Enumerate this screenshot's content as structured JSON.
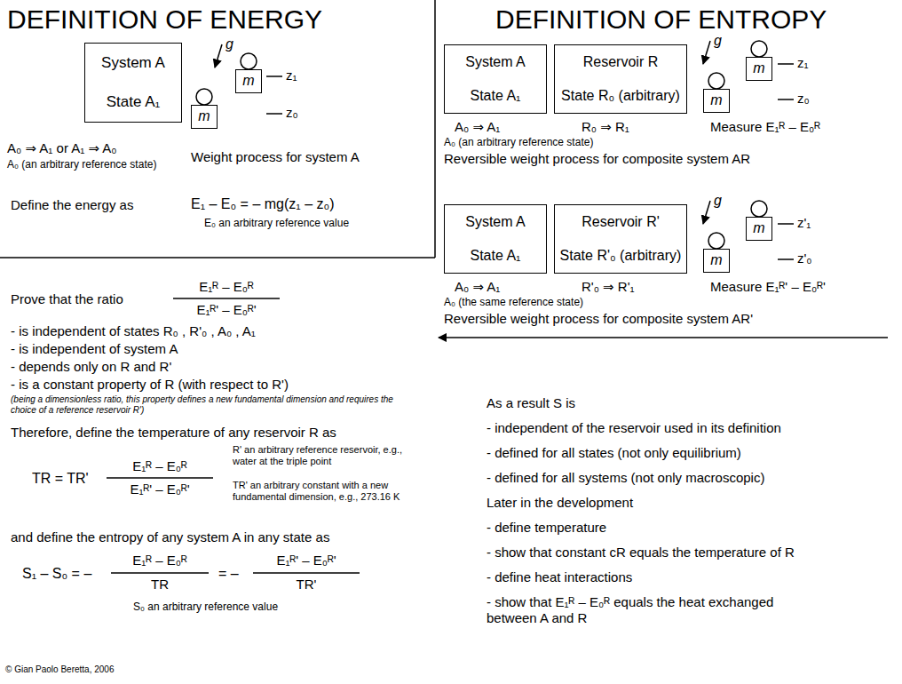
{
  "diagram": {
    "nodes": [
      {
        "text": [
          "System A",
          "State A₁"
        ]
      },
      {
        "text": [
          "m"
        ]
      },
      {
        "text": [
          "m"
        ]
      },
      {
        "text": [
          "System A",
          "State A₁"
        ]
      },
      {
        "text": [
          "Reservoir R",
          "State R₀ (arbitrary)"
        ]
      },
      {
        "text": [
          "m"
        ]
      },
      {
        "text": [
          "m"
        ]
      },
      {
        "text": [
          "System A",
          "State A₁"
        ]
      },
      {
        "text": [
          "Reservoir R'",
          "State R'₀ (arbitrary)"
        ]
      },
      {
        "text": [
          "m"
        ]
      },
      {
        "text": [
          "m"
        ]
      }
    ],
    "labels": [
      "DEFINITION OF ENERGY",
      "g",
      "z₁",
      "z₀",
      "A₀ ⇒ A₁ or A₁ ⇒ A₀",
      "A₀ (an arbitrary reference state)",
      "Weight process for system A",
      "Define the energy as",
      "E₁ – E₀ = – mg(z₁ – z₀)",
      "E₀ an arbitrary reference value",
      "DEFINITION OF ENTROPY",
      "g",
      "z₁",
      "z₀",
      "A₀ ⇒ A₁",
      "R₀ ⇒ R₁",
      "Measure E₁ᴿ – E₀ᴿ",
      "A₀ (an arbitrary reference state)",
      "Reversible weight process for composite system AR",
      "g",
      "z'₁",
      "z'₀",
      "A₀ ⇒ A₁",
      "R'₀ ⇒ R'₁",
      "Measure E₁ᴿ' – E₀ᴿ'",
      "A₀ (the same reference state)",
      "Reversible weight process for composite system AR'",
      "Prove that the ratio",
      "E₁ᴿ – E₀ᴿ",
      "E₁ᴿ' – E₀ᴿ'",
      "- is independent of states R₀ , R'₀ , A₀ , A₁",
      "- is independent of system A",
      "- depends only on R and R'",
      "- is a constant property of R (with respect to R')",
      "(being a dimensionless ratio, this property defines a new fundamental dimension and requires the choice of a reference reservoir R')",
      "Therefore, define the temperature of any reservoir R as",
      "TR = TR'",
      "E₁ᴿ – E₀ᴿ",
      "E₁ᴿ' – E₀ᴿ'",
      "R' an arbitrary reference reservoir, e.g., water at the triple point",
      "TR' an arbitrary constant with a new fundamental dimension, e.g., 273.16 K",
      "and define the entropy of any system A in any state as",
      "S₁ – S₀ = –",
      "E₁ᴿ – E₀ᴿ",
      "TR",
      "= –",
      "E₁ᴿ' – E₀ᴿ'",
      "TR'",
      "S₀ an arbitrary reference value",
      "© Gian Paolo Beretta, 2006",
      "As a result S is",
      "- independent of the reservoir used in its definition",
      "- defined for all states (not only equilibrium)",
      "- defined for all systems (not only macroscopic)",
      "Later in the development",
      "- define temperature",
      "- show that constant cR equals the temperature of R",
      "- define heat interactions",
      "- show that E₁ᴿ – E₀ᴿ equals the heat exchanged between A and R"
    ]
  }
}
